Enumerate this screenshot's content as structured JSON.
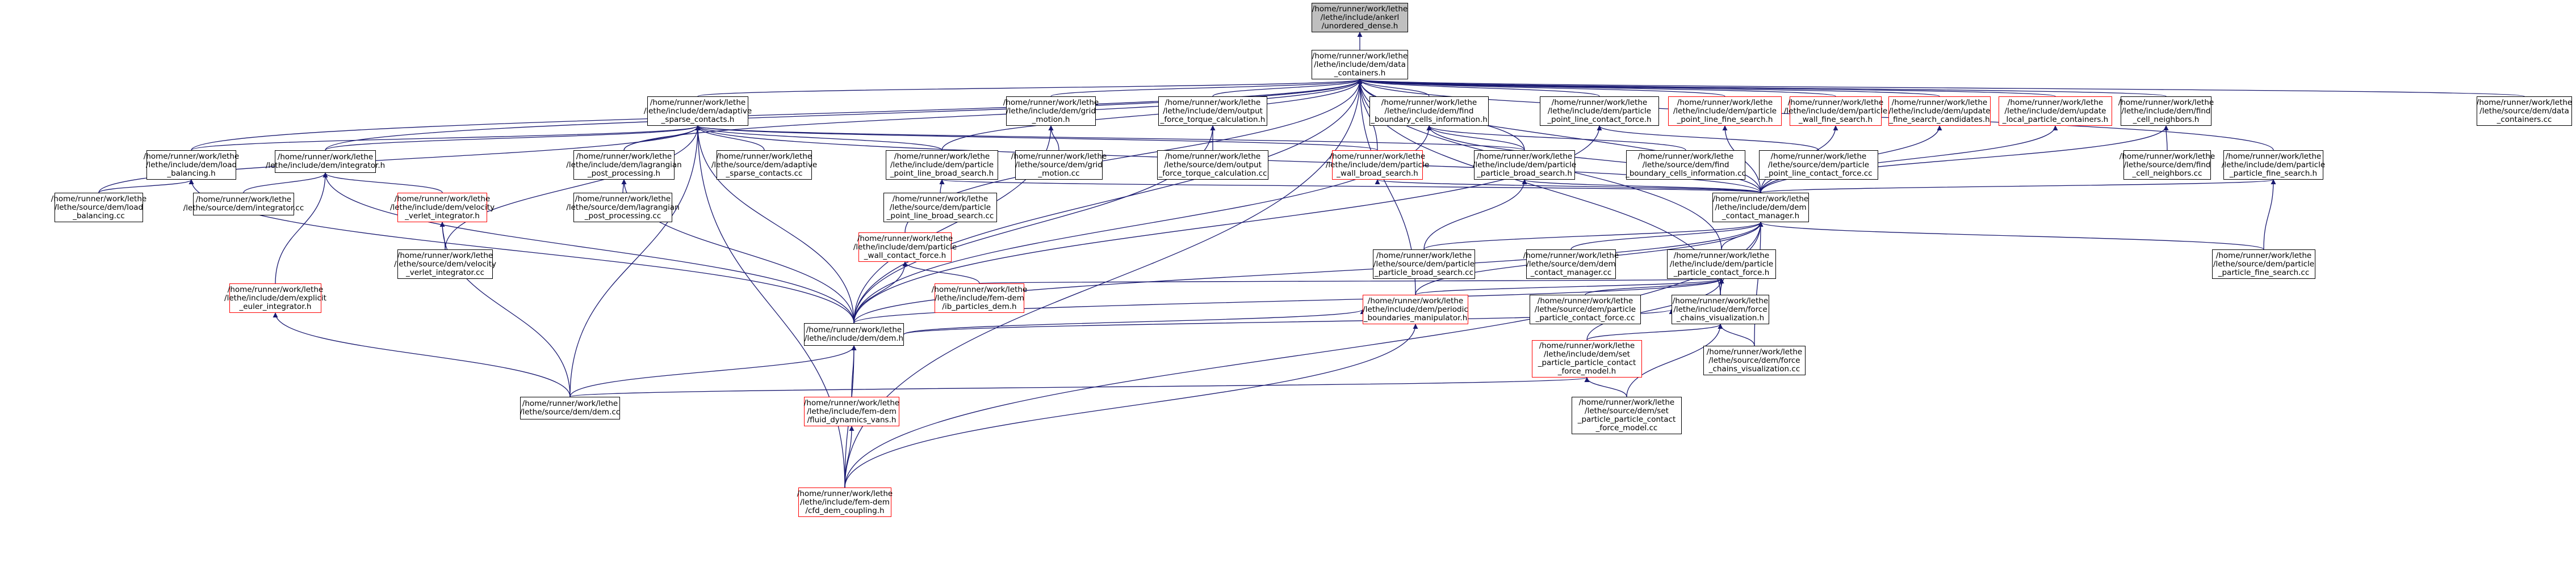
{
  "colors": {
    "edge": "#191970",
    "node_border": "#000000",
    "red_border": "#ff0000",
    "root_fill": "#bfbfbf"
  },
  "nodes": {
    "root": "/home/runner/work/lethe\n/lethe/include/ankerl\n/unordered_dense.h",
    "dc": "/home/runner/work/lethe\n/lethe/include/dem/data\n_containers.h",
    "asc": "/home/runner/work/lethe\n/lethe/include/dem/adaptive\n_sparse_contacts.h",
    "gm": "/home/runner/work/lethe\n/lethe/include/dem/grid\n_motion.h",
    "oft": "/home/runner/work/lethe\n/lethe/include/dem/output\n_force_torque_calculation.h",
    "fbc": "/home/runner/work/lethe\n/lethe/include/dem/find\n_boundary_cells_information.h",
    "plcf": "/home/runner/work/lethe\n/lethe/include/dem/particle\n_point_line_contact_force.h",
    "pplfs": "/home/runner/work/lethe\n/lethe/include/dem/particle\n_point_line_fine_search.h",
    "pwfs": "/home/runner/work/lethe\n/lethe/include/dem/particle\n_wall_fine_search.h",
    "ufsc": "/home/runner/work/lethe\n/lethe/include/dem/update\n_fine_search_candidates.h",
    "ulpc": "/home/runner/work/lethe\n/lethe/include/dem/update\n_local_particle_containers.h",
    "fcn": "/home/runner/work/lethe\n/lethe/include/dem/find\n_cell_neighbors.h",
    "dccc": "/home/runner/work/lethe\n/lethe/source/dem/data\n_containers.cc",
    "lb": "/home/runner/work/lethe\n/lethe/include/dem/load\n_balancing.h",
    "integ": "/home/runner/work/lethe\n/lethe/include/dem/integrator.h",
    "lpp": "/home/runner/work/lethe\n/lethe/include/dem/lagrangian\n_post_processing.h",
    "asccc": "/home/runner/work/lethe\n/lethe/source/dem/adaptive\n_sparse_contacts.cc",
    "pplbs": "/home/runner/work/lethe\n/lethe/include/dem/particle\n_point_line_broad_search.h",
    "gmcc": "/home/runner/work/lethe\n/lethe/source/dem/grid\n_motion.cc",
    "oftcc": "/home/runner/work/lethe\n/lethe/source/dem/output\n_force_torque_calculation.cc",
    "pwbs": "/home/runner/work/lethe\n/lethe/include/dem/particle\n_wall_broad_search.h",
    "ppbs": "/home/runner/work/lethe\n/lethe/include/dem/particle\n_particle_broad_search.h",
    "fbccc": "/home/runner/work/lethe\n/lethe/source/dem/find\n_boundary_cells_information.cc",
    "plcfcc": "/home/runner/work/lethe\n/lethe/source/dem/particle\n_point_line_contact_force.cc",
    "fcncc": "/home/runner/work/lethe\n/lethe/source/dem/find\n_cell_neighbors.cc",
    "ppfs": "/home/runner/work/lethe\n/lethe/include/dem/particle\n_particle_fine_search.h",
    "lbcc": "/home/runner/work/lethe\n/lethe/source/dem/load\n_balancing.cc",
    "integcc": "/home/runner/work/lethe\n/lethe/source/dem/integrator.cc",
    "vvi": "/home/runner/work/lethe\n/lethe/include/dem/velocity\n_verlet_integrator.h",
    "lppcc": "/home/runner/work/lethe\n/lethe/source/dem/lagrangian\n_post_processing.cc",
    "pplbscc": "/home/runner/work/lethe\n/lethe/source/dem/particle\n_point_line_broad_search.cc",
    "dcm": "/home/runner/work/lethe\n/lethe/include/dem/dem\n_contact_manager.h",
    "pwcf": "/home/runner/work/lethe\n/lethe/include/dem/particle\n_wall_contact_force.h",
    "vvicc": "/home/runner/work/lethe\n/lethe/source/dem/velocity\n_verlet_integrator.cc",
    "eei": "/home/runner/work/lethe\n/lethe/include/dem/explicit\n_euler_integrator.h",
    "ibdem": "/home/runner/work/lethe\n/lethe/include/fem-dem\n/ib_particles_dem.h",
    "ppbscc": "/home/runner/work/lethe\n/lethe/source/dem/particle\n_particle_broad_search.cc",
    "dcmcc": "/home/runner/work/lethe\n/lethe/source/dem/dem\n_contact_manager.cc",
    "ppcf": "/home/runner/work/lethe\n/lethe/include/dem/particle\n_particle_contact_force.h",
    "ppfscc": "/home/runner/work/lethe\n/lethe/source/dem/particle\n_particle_fine_search.cc",
    "pbm": "/home/runner/work/lethe\n/lethe/include/dem/periodic\n_boundaries_manipulator.h",
    "ppcfcc": "/home/runner/work/lethe\n/lethe/source/dem/particle\n_particle_contact_force.cc",
    "fcv": "/home/runner/work/lethe\n/lethe/include/dem/force\n_chains_visualization.h",
    "dem": "/home/runner/work/lethe\n/lethe/include/dem/dem.h",
    "sppcfm": "/home/runner/work/lethe\n/lethe/include/dem/set\n_particle_particle_contact\n_force_model.h",
    "fcvcc": "/home/runner/work/lethe\n/lethe/source/dem/force\n_chains_visualization.cc",
    "demcc": "/home/runner/work/lethe\n/lethe/source/dem/dem.cc",
    "fdv": "/home/runner/work/lethe\n/lethe/include/fem-dem\n/fluid_dynamics_vans.h",
    "sppcfmcc": "/home/runner/work/lethe\n/lethe/source/dem/set\n_particle_particle_contact\n_force_model.cc",
    "cfd": "/home/runner/work/lethe\n/lethe/include/fem-dem\n/cfd_dem_coupling.h"
  }
}
